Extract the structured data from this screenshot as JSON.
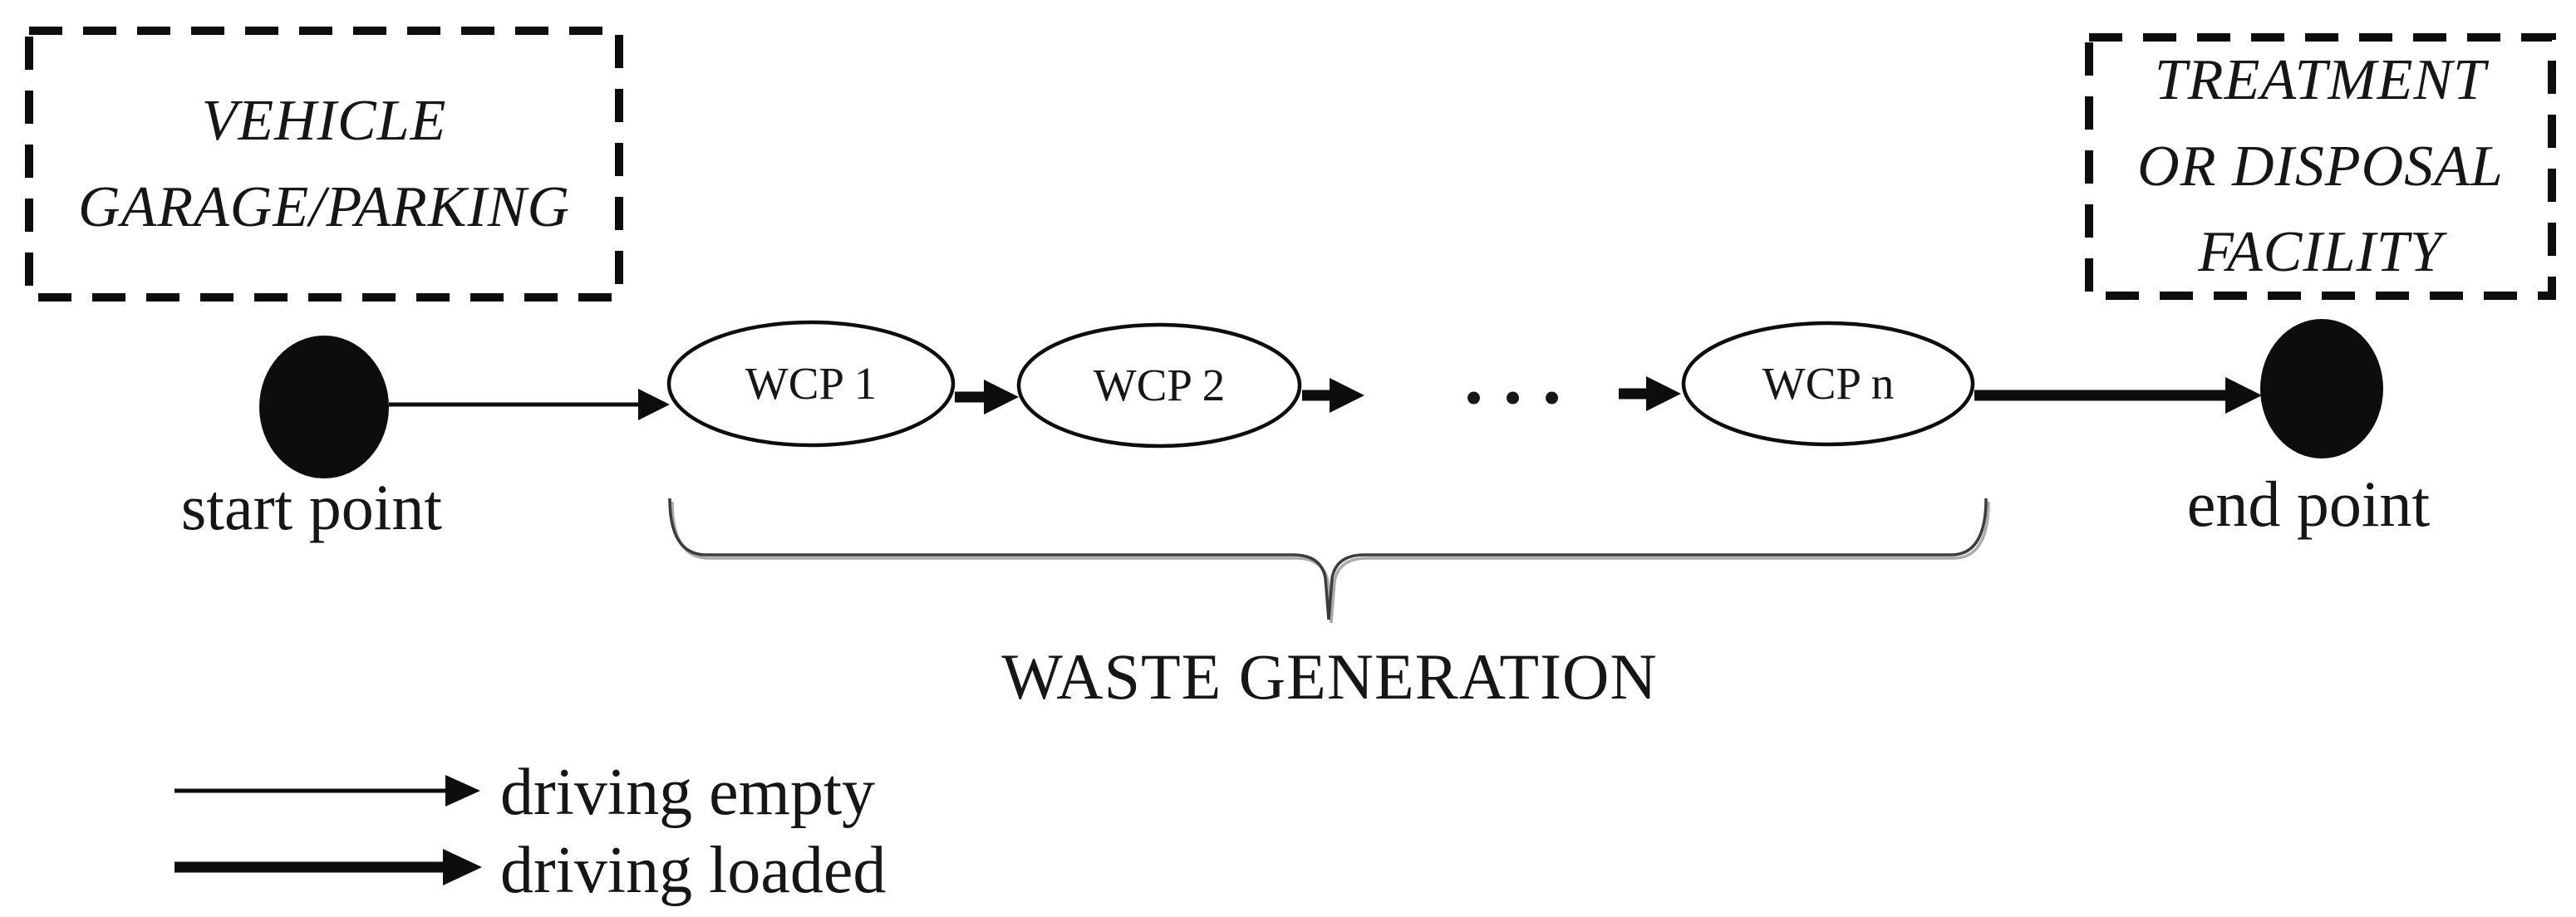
{
  "figure": {
    "garage_box": {
      "label": "VEHICLE\nGARAGE/PARKING"
    },
    "facility_box": {
      "label": "TREATMENT\nOR DISPOSAL\nFACILITY"
    },
    "start_node": {
      "label": "start point"
    },
    "end_node": {
      "label": "end point"
    },
    "wcp_nodes": [
      {
        "label": "WCP 1"
      },
      {
        "label": "WCP 2"
      },
      {
        "label": "WCP n"
      }
    ],
    "ellipsis": "...",
    "brace_label": "WASTE GENERATION",
    "legend": {
      "empty_label": "driving empty",
      "loaded_label": "driving loaded"
    },
    "colors": {
      "ink": "#161616",
      "shape": "#0d0d0d",
      "brace": "#3c3c3c",
      "background": "#ffffff"
    }
  }
}
